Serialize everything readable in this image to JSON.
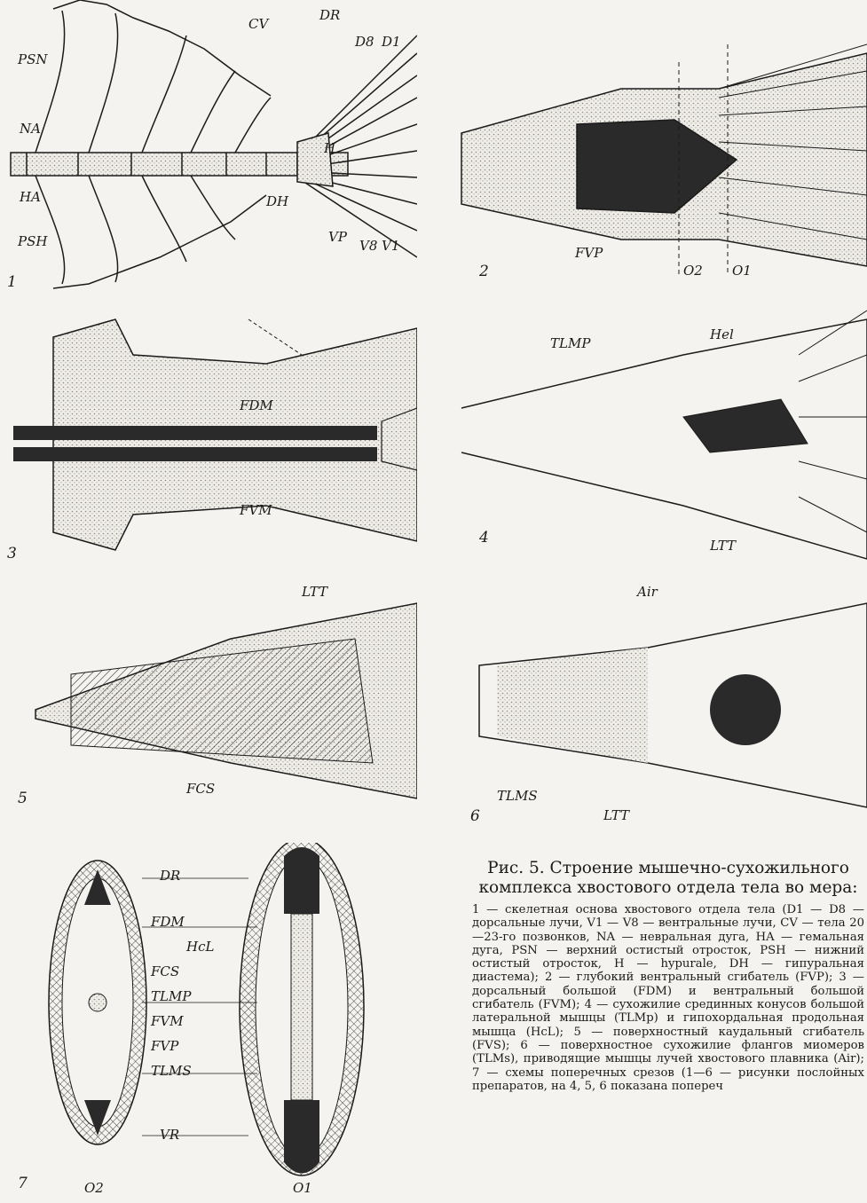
{
  "figure": {
    "panels": [
      {
        "id": "1",
        "number": "1",
        "labels": [
          "PSN",
          "NA",
          "HA",
          "PSH",
          "CV",
          "DR",
          "D8",
          "D1",
          "H",
          "DH",
          "VP",
          "V8",
          "V1"
        ]
      },
      {
        "id": "2",
        "number": "2",
        "labels": [
          "FVP",
          "O2",
          "O1"
        ]
      },
      {
        "id": "3",
        "number": "3",
        "labels": [
          "FDM",
          "FVM"
        ]
      },
      {
        "id": "4",
        "number": "4",
        "labels": [
          "TLMP",
          "Hel",
          "LTT"
        ]
      },
      {
        "id": "5",
        "number": "5",
        "labels": [
          "LTT",
          "FCS"
        ]
      },
      {
        "id": "6",
        "number": "6",
        "labels": [
          "Air",
          "TLMS",
          "LTT"
        ]
      },
      {
        "id": "7",
        "number": "7",
        "labels": [
          "DR",
          "FDM",
          "HcL",
          "FCS",
          "TLMP",
          "FVM",
          "FVP",
          "TLMS",
          "VR",
          "O2",
          "O1"
        ]
      }
    ]
  },
  "caption": {
    "title": "Рис. 5. Строение мышечно-сухожильного комплекса хвостового отдела тела во мера:",
    "body": "1 — скелетная основа хвостового отдела тела (D1 — D8 — дорсальные лучи, V1 — V8 — вентральные лучи, CV — тела 20—23-го позвонков, NA — невральная дуга, HA — гемальная дуга, PSN — верхний остистый отросток, PSH — нижний остистый отросток, H — hypurale, DH — гипуральная диастема); 2 — глубокий вентральный сгибатель (FVP); 3 — дорсальный большой (FDM) и вентральный большой сгибатель (FVM); 4 — сухожилие срединных конусов большой латеральной мышцы (TLMp) и гипохордальная продольная мышца (HcL); 5 — поверхностный каудальный сгибатель (FVS); 6 — поверхностное сухожилие флангов миомеров (TLMs), приводящие мышцы лучей хвостового плавника (Air); 7 — схемы поперечных срезов (1—6 — рисунки послойных препаратов, на 4, 5, 6 показана попереч"
  },
  "colors": {
    "ink": "#1b1b1b",
    "paper": "#f4f3ef",
    "stipple": "#c9c6bd",
    "muscle": "#2a2a2a"
  }
}
